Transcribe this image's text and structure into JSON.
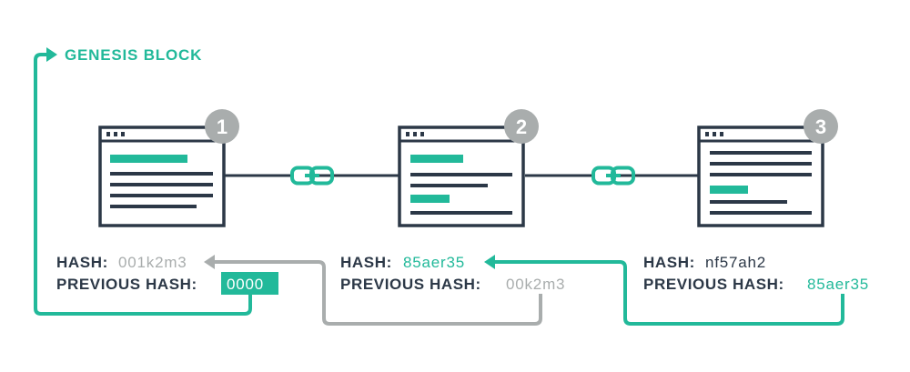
{
  "colors": {
    "teal": "#22b99a",
    "dark": "#2c3847",
    "gray": "#a9adad",
    "white": "#ffffff"
  },
  "genesis_label": "GENESIS BLOCK",
  "icons": {
    "block": "browser-window-icon",
    "link": "chain-link-icon",
    "badge": "numbered-circle-badge"
  },
  "blocks": [
    {
      "number": "1",
      "hash_label": "HASH:",
      "hash_value": "001k2m3",
      "prev_label": "PREVIOUS HASH:",
      "prev_value": "0000"
    },
    {
      "number": "2",
      "hash_label": "HASH:",
      "hash_value": "85aer35",
      "prev_label": "PREVIOUS HASH:",
      "prev_value": "00k2m3"
    },
    {
      "number": "3",
      "hash_label": "HASH:",
      "hash_value": "nf57ah2",
      "prev_label": "PREVIOUS HASH:",
      "prev_value": "85aer35"
    }
  ]
}
